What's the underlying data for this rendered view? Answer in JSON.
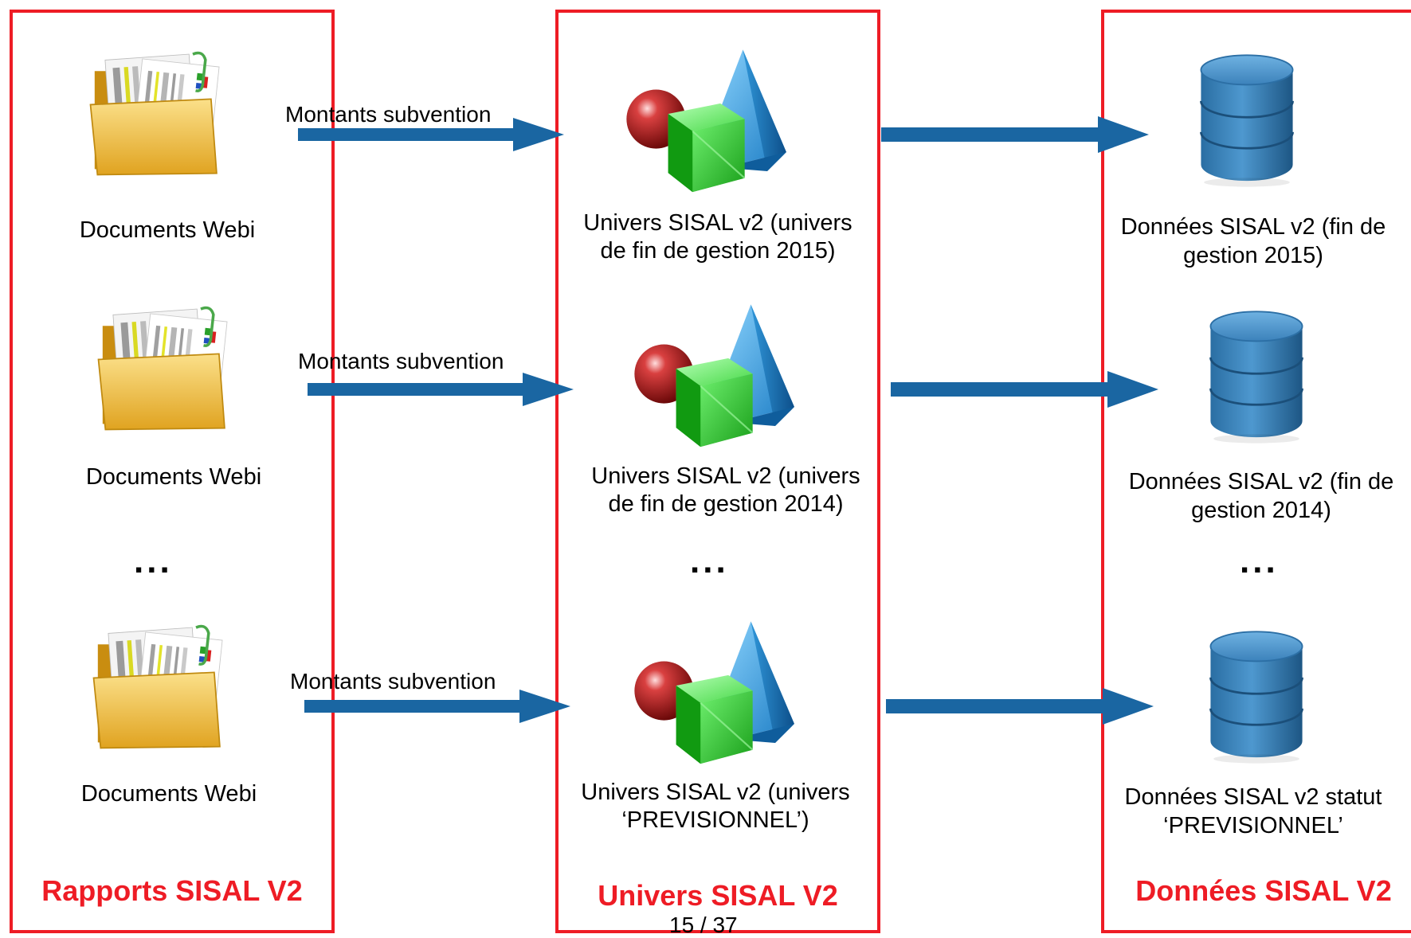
{
  "colors": {
    "frame": "#ee1c25",
    "arrow": "#1a66a2",
    "database": "#3f88c0",
    "cube": "#2ecb2e",
    "pyramid": "#2a9fe0",
    "sphere": "#b01818",
    "folder": "#f2c040"
  },
  "columns": {
    "reports": {
      "title": "Rapports SISAL V2"
    },
    "universes": {
      "title": "Univers SISAL V2"
    },
    "data": {
      "title": "Données SISAL V2"
    }
  },
  "rows": [
    {
      "report_label": "Documents Webi",
      "arrow_label": "Montants subvention",
      "universe_label_1": "Univers SISAL v2 (univers",
      "universe_label_2": "de fin de gestion 2015)",
      "data_label_1": "Données SISAL v2 (fin de",
      "data_label_2": "gestion 2015)"
    },
    {
      "report_label": "Documents Webi",
      "arrow_label": "Montants subvention",
      "universe_label_1": "Univers SISAL v2 (univers",
      "universe_label_2": "de fin de gestion 2014)",
      "data_label_1": "Données SISAL v2 (fin de",
      "data_label_2": "gestion 2014)"
    },
    {
      "report_label": "Documents Webi",
      "arrow_label": "Montants subvention",
      "universe_label_1": "Univers SISAL v2 (univers",
      "universe_label_2": "‘PREVISIONNEL’)",
      "data_label_1": "Données SISAL v2 statut",
      "data_label_2": "‘PREVISIONNEL’"
    }
  ],
  "ellipsis": "...",
  "footer": {
    "page": "15 / 37"
  }
}
